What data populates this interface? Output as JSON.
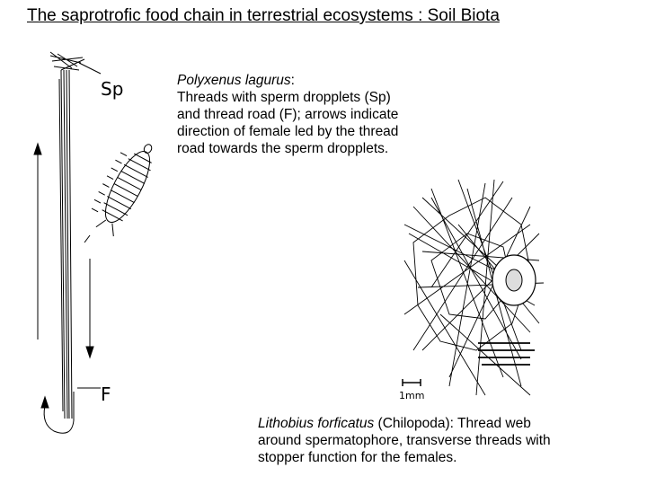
{
  "slide": {
    "title": "The saprotrofic food chain in terrestrial ecosystems : Soil Biota"
  },
  "figure1": {
    "species": "Polyxenus lagurus",
    "species_suffix": ":",
    "description_lines": [
      "Threads with sperm dropplets (Sp)",
      "and thread road (F); arrows indicate",
      "direction of female led by the thread",
      "road towards the sperm dropplets."
    ],
    "label_sp": "Sp",
    "label_f": "F"
  },
  "figure2": {
    "species": "Lithobius forficatus",
    "description_rest": " (Chilopoda): Thread web",
    "description_lines": [
      "around spermatophore, transverse threads with",
      "stopper function for the females."
    ],
    "scale_label": "1mm"
  }
}
